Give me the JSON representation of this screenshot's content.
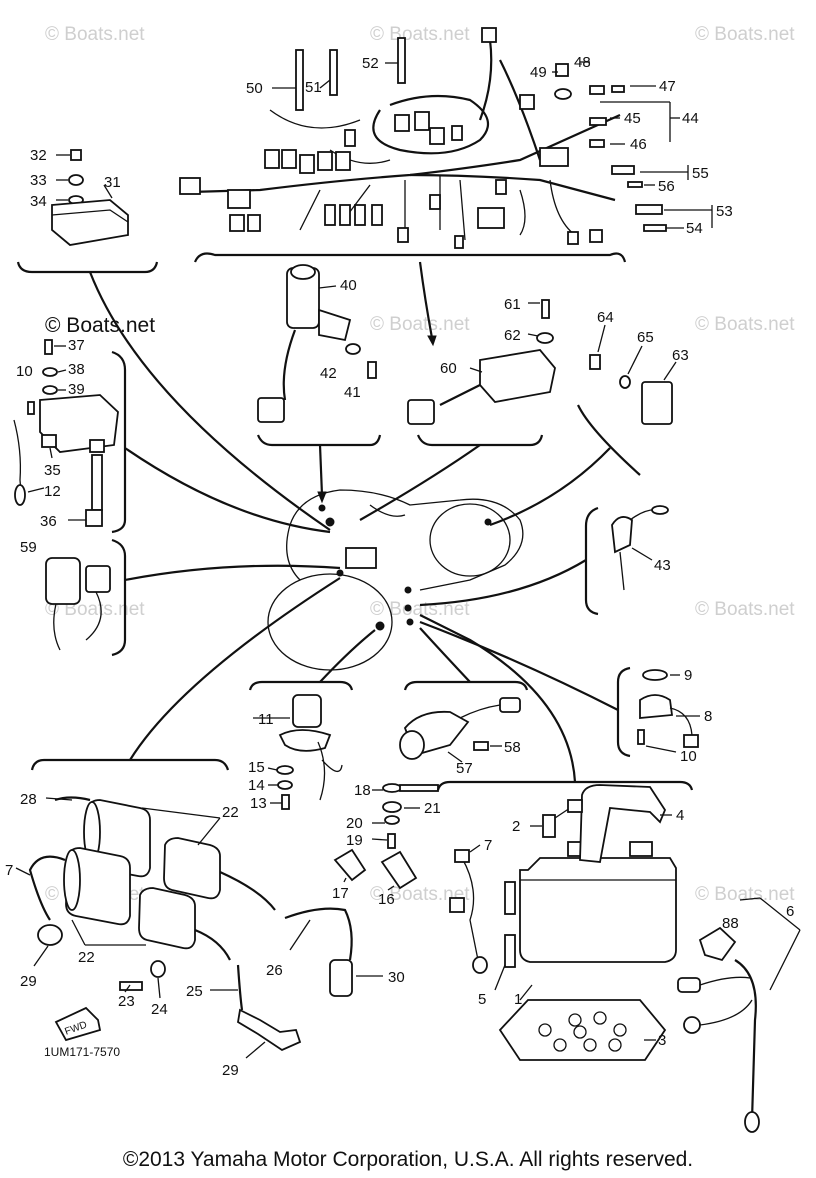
{
  "watermark": "© Boats.net",
  "diagram_code": "1UM171-7570",
  "front_marker": "FWD",
  "copyright": "©2013 Yamaha Motor Corporation, U.S.A. All rights reserved.",
  "labels": {
    "n50": "50",
    "n51": "51",
    "n52": "52",
    "n49": "49",
    "n48": "48",
    "n47": "47",
    "n45": "45",
    "n44": "44",
    "n46": "46",
    "n55": "55",
    "n56": "56",
    "n53": "53",
    "n54": "54",
    "n32": "32",
    "n33": "33",
    "n34": "34",
    "n31": "31",
    "n40": "40",
    "n42": "42",
    "n41": "41",
    "n61": "61",
    "n62": "62",
    "n60": "60",
    "n64": "64",
    "n65": "65",
    "n63": "63",
    "n37": "37",
    "n38": "38",
    "n10a": "10",
    "n39": "39",
    "n35": "35",
    "n12": "12",
    "n36": "36",
    "n59": "59",
    "n43": "43",
    "n9": "9",
    "n8": "8",
    "n10b": "10",
    "n11": "11",
    "n15": "15",
    "n14": "14",
    "n13": "13",
    "n58": "58",
    "n57": "57",
    "n18": "18",
    "n21": "21",
    "n20": "20",
    "n19": "19",
    "n17": "17",
    "n16": "16",
    "n2": "2",
    "n4": "4",
    "n7b": "7",
    "n5": "5",
    "n1": "1",
    "n6": "6",
    "n3": "3",
    "n88": "88",
    "n28": "28",
    "n22a": "22",
    "n7a": "7",
    "n29a": "29",
    "n22b": "22",
    "n23": "23",
    "n24": "24",
    "n25": "25",
    "n26": "26",
    "n30": "30",
    "n29b": "29"
  }
}
